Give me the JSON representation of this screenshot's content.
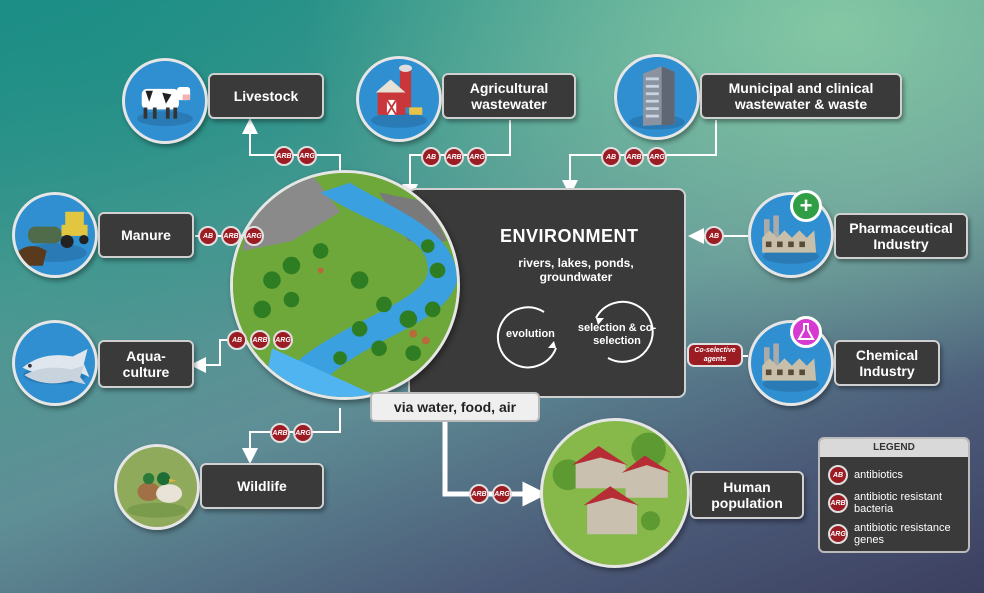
{
  "nodes": {
    "livestock": "Livestock",
    "agricultural": "Agricultural wastewater",
    "municipal": "Municipal and clinical wastewater & waste",
    "manure": "Manure",
    "pharmaceutical": "Pharmaceutical Industry",
    "aquaculture": "Aqua- culture",
    "chemical": "Chemical Industry",
    "wildlife": "Wildlife",
    "human": "Human population"
  },
  "environment": {
    "title": "ENVIRONMENT",
    "subtitle": "rivers, lakes, ponds, groundwater",
    "evolution": "evolution",
    "selection": "selection & co-selection"
  },
  "via": "via water, food, air",
  "coselective": "Co-selective agents",
  "badges": {
    "ab": "AB",
    "arb": "ARB",
    "arg": "ARG"
  },
  "legend": {
    "title": "LEGEND",
    "items": [
      {
        "code": "AB",
        "text": "antibiotics"
      },
      {
        "code": "ARB",
        "text": "antibiotic resistant bacteria"
      },
      {
        "code": "ARG",
        "text": "antibiotic resistance genes"
      }
    ]
  },
  "colors": {
    "badge": "#9c1c24",
    "box": "#3a3a3a",
    "icon_bg": "#2f8fd0",
    "nature_bg": "#6ea73a"
  }
}
